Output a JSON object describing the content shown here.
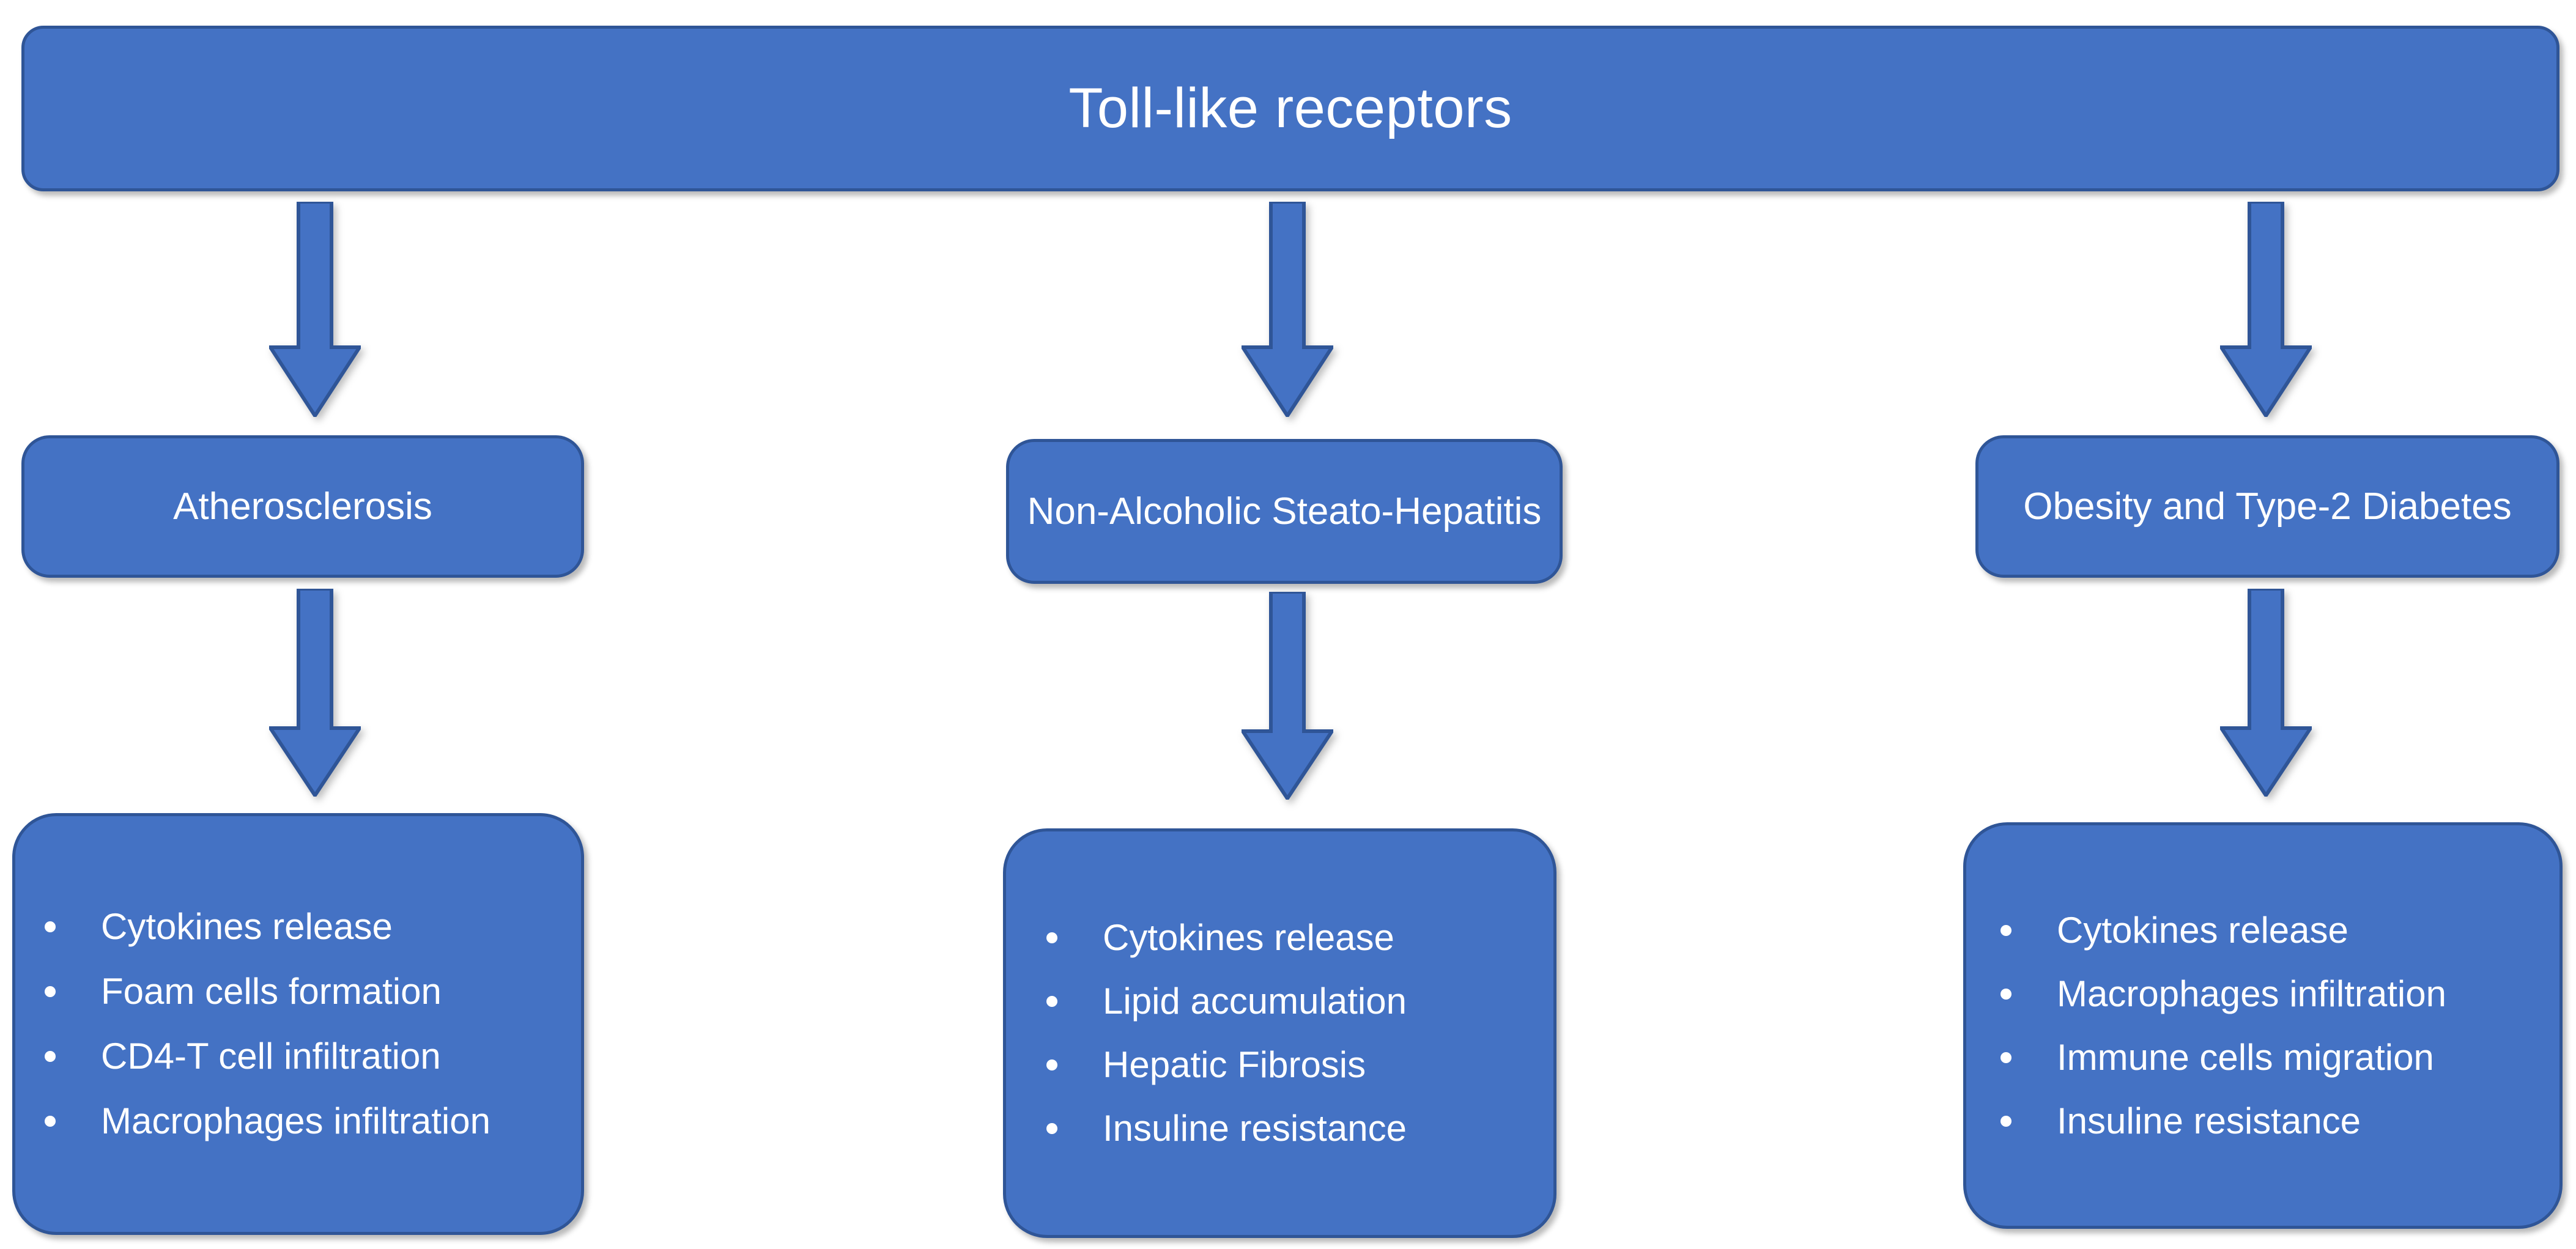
{
  "diagram": {
    "title": "Toll-like receptors",
    "colors": {
      "fill": "#4472C4",
      "border": "#2F5597",
      "text": "#FFFFFF",
      "background": "#FFFFFF"
    },
    "root": {
      "label": "Toll-like receptors"
    },
    "branches": [
      {
        "id": "atherosclerosis",
        "label": "Atherosclerosis",
        "outcomes": [
          "Cytokines release",
          "Foam cells formation",
          "CD4-T cell infiltration",
          "Macrophages infiltration"
        ]
      },
      {
        "id": "nash",
        "label": "Non-Alcoholic Steato-Hepatitis",
        "outcomes": [
          "Cytokines release",
          "Lipid accumulation",
          "Hepatic Fibrosis",
          "Insuline resistance"
        ]
      },
      {
        "id": "obesity",
        "label": "Obesity and Type-2 Diabetes",
        "outcomes": [
          "Cytokines release",
          "Macrophages infiltration",
          "Immune cells migration",
          "Insuline resistance"
        ]
      }
    ],
    "connectors": [
      {
        "id": "root-to-atherosclerosis",
        "icon": "down-arrow-icon"
      },
      {
        "id": "root-to-nash",
        "icon": "down-arrow-icon"
      },
      {
        "id": "root-to-obesity",
        "icon": "down-arrow-icon"
      },
      {
        "id": "atherosclerosis-to-outcomes",
        "icon": "down-arrow-icon"
      },
      {
        "id": "nash-to-outcomes",
        "icon": "down-arrow-icon"
      },
      {
        "id": "obesity-to-outcomes",
        "icon": "down-arrow-icon"
      }
    ]
  }
}
